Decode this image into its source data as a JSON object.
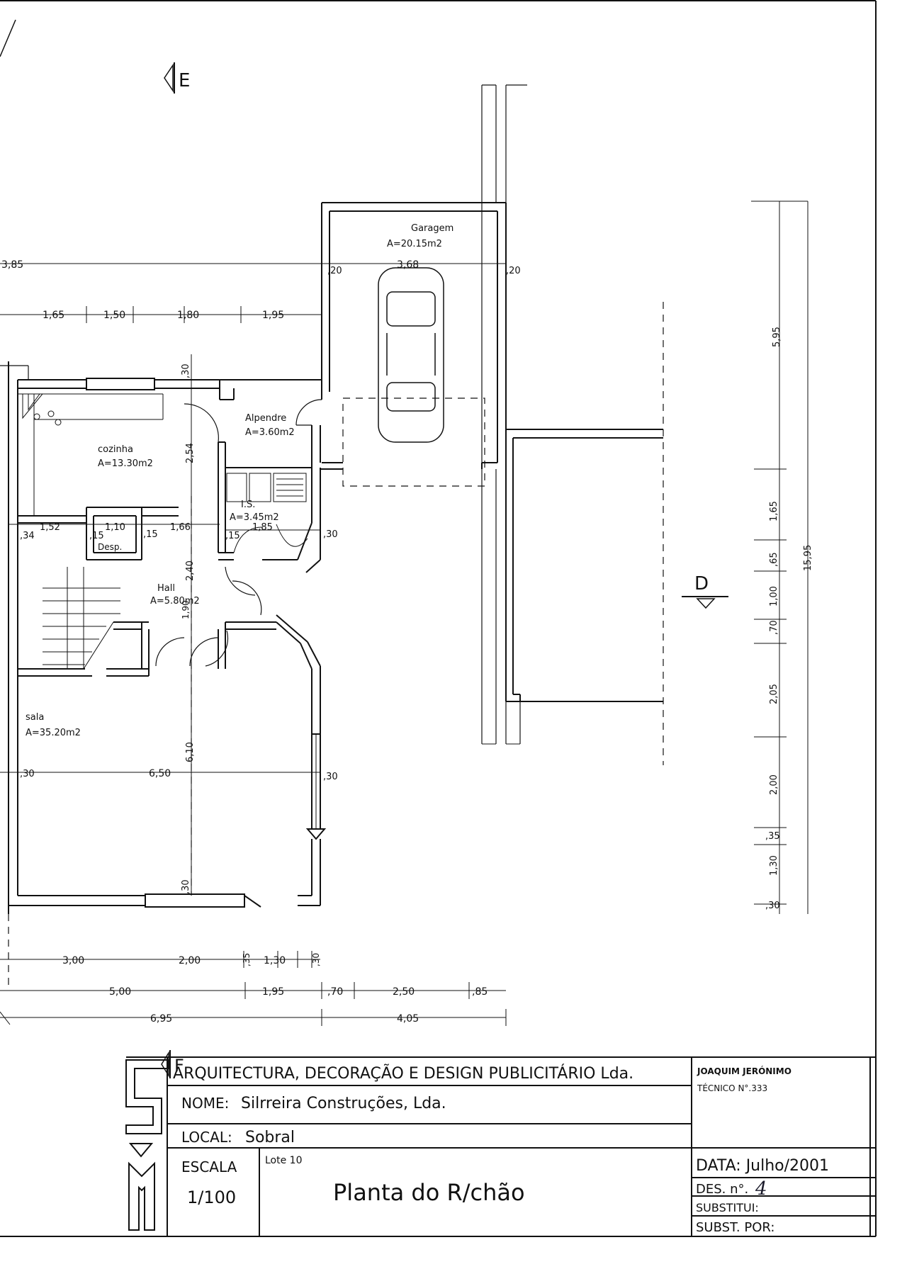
{
  "sections": {
    "E": "E",
    "F": "F",
    "D": "D"
  },
  "rooms": {
    "garagem": {
      "name": "Garagem",
      "area": "A=20.15m2",
      "width": "3,68"
    },
    "alpendre": {
      "name": "Alpendre",
      "area": "A=3.60m2"
    },
    "cozinha": {
      "name": "cozinha",
      "area": "A=13.30m2"
    },
    "is": {
      "name": "I.S.",
      "area": "A=3.45m2"
    },
    "desp": {
      "name": "Desp."
    },
    "hall": {
      "name": "Hall",
      "area": "A=5.80m2"
    },
    "sala": {
      "name": "sala",
      "area": "A=35.20m2"
    }
  },
  "dimensions": {
    "top_total": "3,85",
    "top_a": "1,65",
    "top_b": "1,50",
    "top_c": "1,80",
    "top_d": "1,95",
    "wall_20_left": ",20",
    "wall_20_right": ",20",
    "v_30_top": ",30",
    "v_2_54": "2,54",
    "v_2_40": "2,40",
    "v_1_90": "1,90",
    "v_6_10": "6,10",
    "v_30_bottom": ",30",
    "mid_34": ",34",
    "mid_1_52": "1,52",
    "mid_15a": ",15",
    "mid_1_10": "1,10",
    "mid_15b": ",15",
    "mid_1_66": "1,66",
    "mid_15c": ",15",
    "mid_1_85": "1,85",
    "mid_30": ",30",
    "sala_30_left": ",30",
    "sala_6_50": "6,50",
    "sala_30_right": ",30",
    "bot1_3_00": "3,00",
    "bot1_2_00": "2,00",
    "bot1_35": ",35",
    "bot1_1_30": "1,30",
    "bot1_30": ",30",
    "bot2_5_00": "5,00",
    "bot2_1_95": "1,95",
    "bot2_70": ",70",
    "bot2_2_50": "2,50",
    "bot2_85": ",85",
    "bot3_6_95": "6,95",
    "bot3_4_05": "4,05",
    "r_5_95": "5,95",
    "r_1_65": "1,65",
    "r_65": ",65",
    "r_1_00": "1,00",
    "r_70": ",70",
    "r_2_05": "2,05",
    "r_2_00": "2,00",
    "r_35": ",35",
    "r_1_30": "1,30",
    "r_30": ",30",
    "r_total": "15,95"
  },
  "title_block": {
    "company": "ARQUITECTURA, DECORAÇÃO E DESIGN PUBLICITÁRIO Lda.",
    "technician": "JOAQUIM JERÓNIMO",
    "technician_id": "TÉCNICO N°.333",
    "nome_label": "NOME:",
    "nome_value": "Silrreira Construções, Lda.",
    "local_label": "LOCAL:",
    "local_value": "Sobral",
    "escala_label": "ESCALA",
    "escala_value": "1/100",
    "lote": "Lote 10",
    "drawing_title": "Planta do R/chão",
    "data": "DATA: Julho/2001",
    "des_label": "DES. n°.",
    "des_value": "4",
    "substitui": "SUBSTITUI:",
    "subst_por": "SUBST. POR:"
  },
  "colors": {
    "ink": "#111111",
    "paper": "#ffffff"
  }
}
